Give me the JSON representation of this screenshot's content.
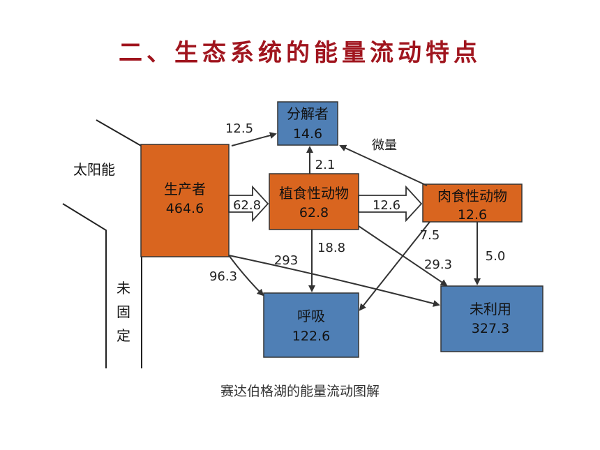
{
  "title": "二、生态系统的能量流动特点",
  "caption": "赛达伯格湖的能量流动图解",
  "colors": {
    "title": "#a0151e",
    "producer": "#d9651f",
    "consumer": "#d9651f",
    "blue_box": "#4f7fb5"
  },
  "diagram": {
    "sun_label": "太阳能",
    "unfixed_label": "未固定",
    "nodes": {
      "producer": {
        "name": "生产者",
        "value": "464.6"
      },
      "herbivore": {
        "name": "植食性动物",
        "value": "62.8"
      },
      "carnivore": {
        "name": "肉食性动物",
        "value": "12.6"
      },
      "decomposer": {
        "name": "分解者",
        "value": "14.6"
      },
      "respiration": {
        "name": "呼吸",
        "value": "122.6"
      },
      "unused": {
        "name": "未利用",
        "value": "327.3"
      }
    },
    "flows": {
      "producer_to_decomposer": "12.5",
      "herbivore_to_decomposer": "2.1",
      "carnivore_to_decomposer": "微量",
      "producer_to_herbivore": "62.8",
      "herbivore_to_carnivore": "12.6",
      "carnivore_to_respiration": "7.5",
      "herbivore_to_respiration": "18.8",
      "producer_to_unused": "293",
      "herbivore_to_unused": "29.3",
      "carnivore_to_unused": "5.0",
      "producer_to_respiration": "96.3"
    }
  }
}
